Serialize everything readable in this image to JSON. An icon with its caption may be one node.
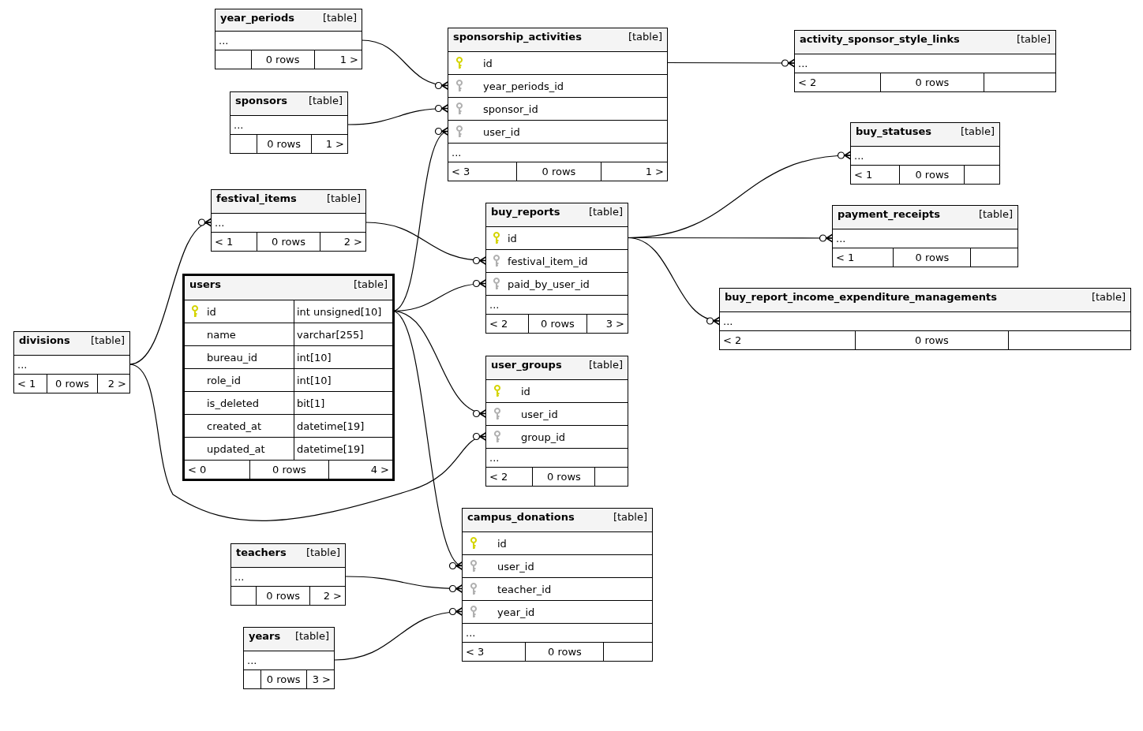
{
  "diagram": {
    "nodes": [
      {
        "text": [
          "year_periods",
          "[table]"
        ]
      },
      {
        "text": [
          "..."
        ],
        "in": 0
      },
      {
        "text": [
          "0 rows",
          "1 >"
        ],
        "in": 0
      },
      {
        "text": [
          "sponsorship_activities",
          "[table]"
        ]
      },
      {
        "text": [
          "id"
        ],
        "in": 3
      },
      {
        "text": [
          "year_periods_id"
        ],
        "in": 3
      },
      {
        "text": [
          "sponsor_id"
        ],
        "in": 3
      },
      {
        "text": [
          "user_id"
        ],
        "in": 3
      },
      {
        "text": [
          "..."
        ],
        "in": 3
      },
      {
        "text": [
          "< 3",
          "0 rows",
          "1 >"
        ],
        "in": 3
      },
      {
        "text": [
          "activity_sponsor_style_links",
          "[table]"
        ]
      },
      {
        "text": [
          "..."
        ],
        "in": 10
      },
      {
        "text": [
          "< 2",
          "0 rows"
        ],
        "in": 10
      },
      {
        "text": [
          "sponsors",
          "[table]"
        ]
      },
      {
        "text": [
          "..."
        ],
        "in": 13
      },
      {
        "text": [
          "0 rows",
          "1 >"
        ],
        "in": 13
      },
      {
        "text": [
          "buy_statuses",
          "[table]"
        ]
      },
      {
        "text": [
          "..."
        ],
        "in": 16
      },
      {
        "text": [
          "< 1",
          "0 rows"
        ],
        "in": 16
      },
      {
        "text": [
          "festival_items",
          "[table]"
        ]
      },
      {
        "text": [
          "..."
        ],
        "in": 19
      },
      {
        "text": [
          "< 1",
          "0 rows",
          "2 >"
        ],
        "in": 19
      },
      {
        "text": [
          "buy_reports",
          "[table]"
        ]
      },
      {
        "text": [
          "id"
        ],
        "in": 22
      },
      {
        "text": [
          "festival_item_id"
        ],
        "in": 22
      },
      {
        "text": [
          "paid_by_user_id"
        ],
        "in": 22
      },
      {
        "text": [
          "..."
        ],
        "in": 22
      },
      {
        "text": [
          "< 2",
          "0 rows",
          "3 >"
        ],
        "in": 22
      },
      {
        "text": [
          "payment_receipts",
          "[table]"
        ]
      },
      {
        "text": [
          "..."
        ],
        "in": 28
      },
      {
        "text": [
          "< 1",
          "0 rows"
        ],
        "in": 28
      },
      {
        "text": [
          "users",
          "[table]"
        ]
      },
      {
        "text": [
          "id",
          "int unsigned[10]"
        ],
        "in": 31
      },
      {
        "text": [
          "name",
          "varchar[255]"
        ],
        "in": 31
      },
      {
        "text": [
          "bureau_id",
          "int[10]"
        ],
        "in": 31
      },
      {
        "text": [
          "role_id",
          "int[10]"
        ],
        "in": 31
      },
      {
        "text": [
          "is_deleted",
          "bit[1]"
        ],
        "in": 31
      },
      {
        "text": [
          "created_at",
          "datetime[19]"
        ],
        "in": 31
      },
      {
        "text": [
          "updated_at",
          "datetime[19]"
        ],
        "in": 31
      },
      {
        "text": [
          "< 0",
          "0 rows",
          "4 >"
        ],
        "in": 31
      },
      {
        "text": [
          "buy_report_income_expenditure_managements",
          "[table]"
        ]
      },
      {
        "text": [
          "..."
        ],
        "in": 40
      },
      {
        "text": [
          "< 2",
          "0 rows"
        ],
        "in": 40
      },
      {
        "text": [
          "divisions",
          "[table]"
        ]
      },
      {
        "text": [
          "..."
        ],
        "in": 43
      },
      {
        "text": [
          "< 1",
          "0 rows",
          "2 >"
        ],
        "in": 43
      },
      {
        "text": [
          "user_groups",
          "[table]"
        ]
      },
      {
        "text": [
          "id"
        ],
        "in": 46
      },
      {
        "text": [
          "user_id"
        ],
        "in": 46
      },
      {
        "text": [
          "group_id"
        ],
        "in": 46
      },
      {
        "text": [
          "..."
        ],
        "in": 46
      },
      {
        "text": [
          "< 2",
          "0 rows"
        ],
        "in": 46
      },
      {
        "text": [
          "campus_donations",
          "[table]"
        ]
      },
      {
        "text": [
          "id"
        ],
        "in": 52
      },
      {
        "text": [
          "user_id"
        ],
        "in": 52
      },
      {
        "text": [
          "teacher_id"
        ],
        "in": 52
      },
      {
        "text": [
          "year_id"
        ],
        "in": 52
      },
      {
        "text": [
          "..."
        ],
        "in": 52
      },
      {
        "text": [
          "< 3",
          "0 rows"
        ],
        "in": 52
      },
      {
        "text": [
          "teachers",
          "[table]"
        ]
      },
      {
        "text": [
          "..."
        ],
        "in": 59
      },
      {
        "text": [
          "0 rows",
          "2 >"
        ],
        "in": 59
      },
      {
        "text": [
          "years",
          "[table]"
        ]
      },
      {
        "text": [
          "..."
        ],
        "in": 62
      },
      {
        "text": [
          "0 rows",
          "3 >"
        ],
        "in": 62
      }
    ],
    "edges": [
      {
        "from": 1,
        "to": 5,
        "arrow": "other"
      },
      {
        "from": 14,
        "to": 6,
        "arrow": "other"
      },
      {
        "from": 32,
        "to": 7,
        "arrow": "other"
      },
      {
        "from": 4,
        "to": 11,
        "arrow": "other"
      },
      {
        "from": 20,
        "to": 24,
        "arrow": "other"
      },
      {
        "from": 32,
        "to": 25,
        "arrow": "other"
      },
      {
        "from": 23,
        "to": 17,
        "arrow": "other"
      },
      {
        "from": 23,
        "to": 29,
        "arrow": "other"
      },
      {
        "from": 23,
        "to": 41,
        "arrow": "other"
      },
      {
        "from": 44,
        "to": 20,
        "arrow": "other"
      },
      {
        "from": 44,
        "to": 49,
        "arrow": "other"
      },
      {
        "from": 32,
        "to": 48,
        "arrow": "other"
      },
      {
        "from": 32,
        "to": 54,
        "arrow": "other"
      },
      {
        "from": 60,
        "to": 55,
        "arrow": "other"
      },
      {
        "from": 63,
        "to": 56,
        "arrow": "other"
      }
    ]
  }
}
